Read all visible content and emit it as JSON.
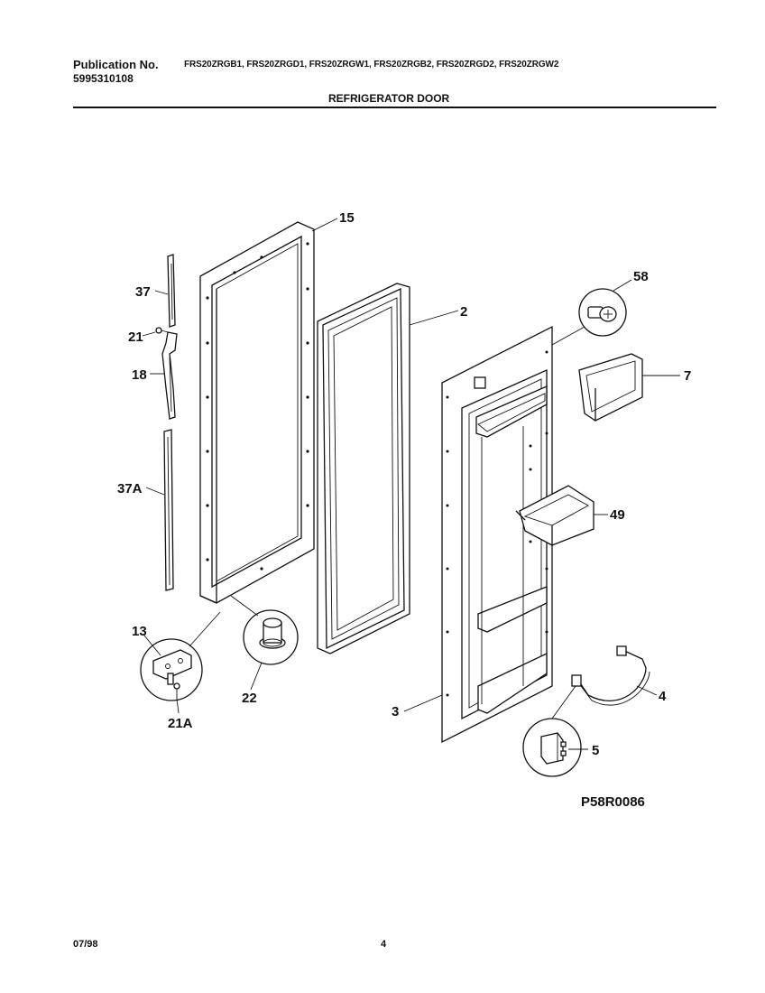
{
  "header": {
    "publication_label": "Publication No.",
    "publication_number": "5995310108",
    "models": "FRS20ZRGB1, FRS20ZRGD1, FRS20ZRGW1, FRS20ZRGB2, FRS20ZRGD2, FRS20ZRGW2",
    "title": "REFRIGERATOR DOOR"
  },
  "callouts": {
    "c15": "15",
    "c37": "37",
    "c21": "21",
    "c18": "18",
    "c37a": "37A",
    "c2": "2",
    "c58": "58",
    "c7": "7",
    "c49": "49",
    "c13": "13",
    "c22": "22",
    "c21a": "21A",
    "c3": "3",
    "c4": "4",
    "c5": "5"
  },
  "diagram_code": "P58R0086",
  "footer": {
    "date": "07/98",
    "page": "4"
  }
}
